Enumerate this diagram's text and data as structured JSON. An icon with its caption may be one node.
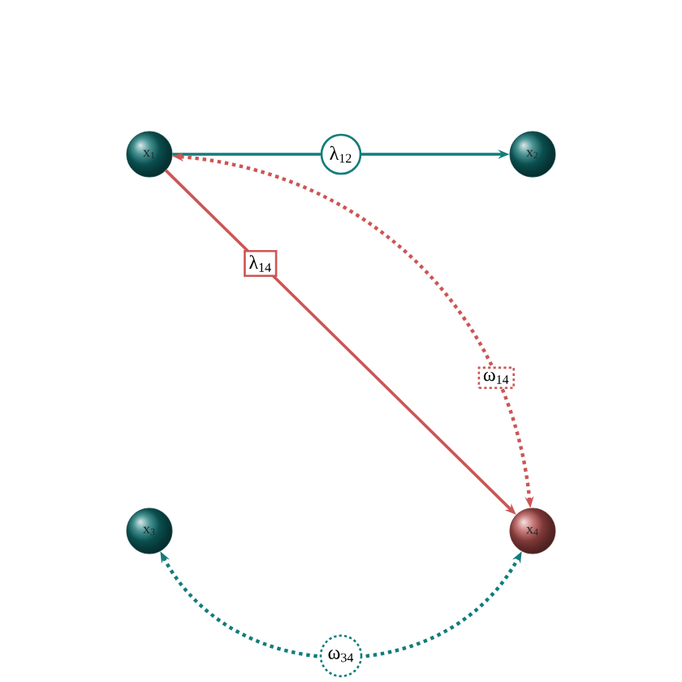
{
  "diagram": {
    "nodes": [
      {
        "text": [
          "x$_{1}$"
        ]
      },
      {
        "text": [
          "x$_{2}$"
        ]
      },
      {
        "text": [
          "x$_{3}$"
        ]
      },
      {
        "text": [
          "x$_{4}$"
        ]
      }
    ],
    "edges": [
      {
        "from": 0,
        "to": 1,
        "arrow": "to",
        "label": "λ$_{12}$"
      },
      {
        "from": 0,
        "to": 3,
        "arrow": "to",
        "label": "λ$_{14}$",
        "color": "#cc5555"
      },
      {
        "from": 3,
        "to": 0,
        "arrow": "both",
        "label": "ω$_{14}$",
        "style": "dashed",
        "color": "#cc5555"
      },
      {
        "from": 2,
        "to": 3,
        "arrow": "both",
        "label": "ω$_{34}$",
        "style": "dashed"
      }
    ]
  }
}
